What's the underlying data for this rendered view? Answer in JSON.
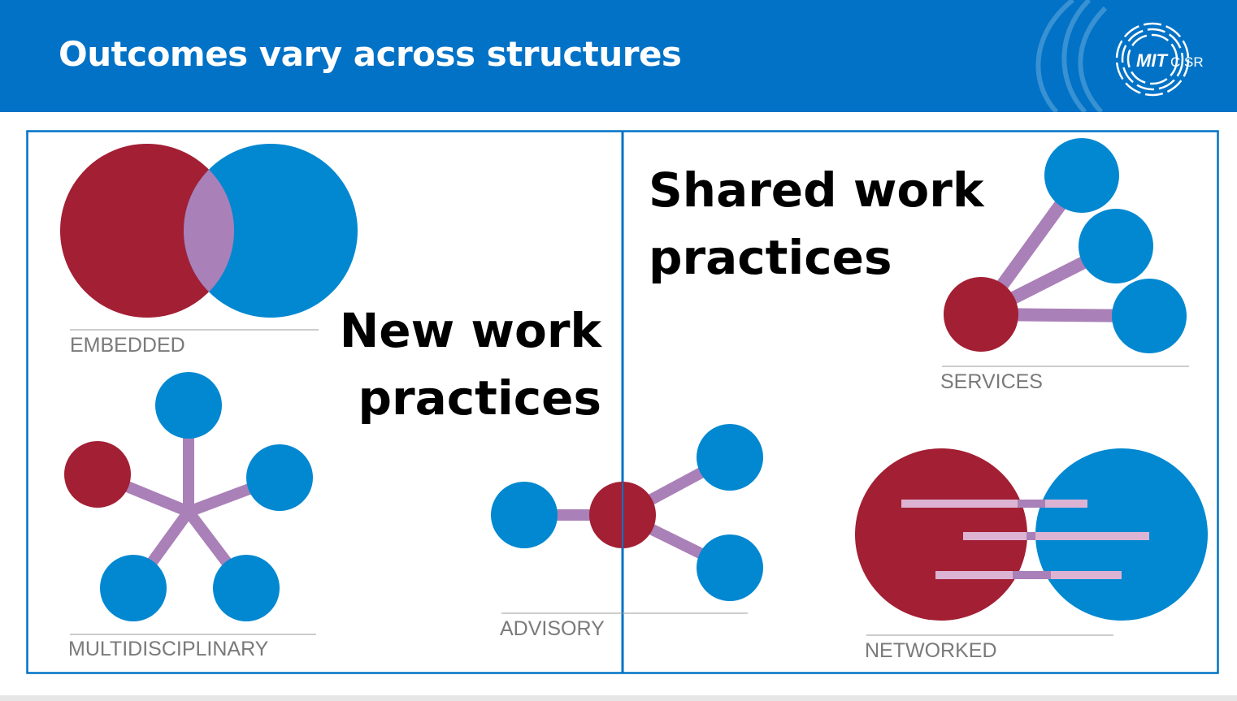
{
  "header": {
    "title": "Outcomes vary across structures",
    "logo": "MIT CISR"
  },
  "headings": {
    "new_work": [
      "New work",
      "practices"
    ],
    "shared_work": [
      "Shared work",
      "practices"
    ]
  },
  "structures": {
    "embedded": "EMBEDDED",
    "multidisciplinary": "MULTIDISCIPLINARY",
    "advisory": "ADVISORY",
    "services": "SERVICES",
    "networked": "NETWORKED"
  },
  "colors": {
    "header": "#0172C6",
    "red": "#A31F34",
    "blue": "#0288D1",
    "purple": "#AA80B8",
    "pink": "#DDB3D3"
  }
}
